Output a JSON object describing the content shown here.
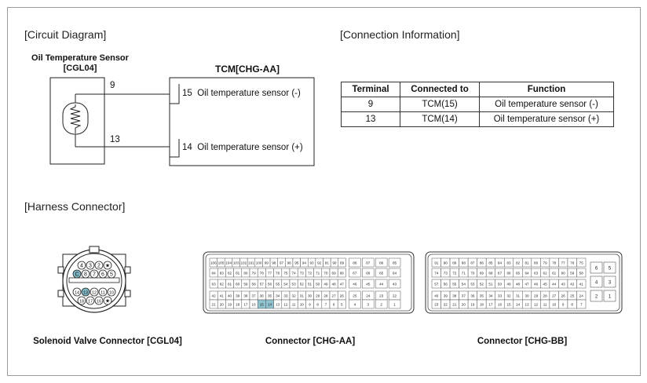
{
  "sections": {
    "circuit_diagram": "[Circuit Diagram]",
    "connection_information": "[Connection Information]",
    "harness_connector": "[Harness Connector]"
  },
  "circuit": {
    "sensor_name": "Oil Temperature Sensor",
    "sensor_connector": "[CGL04]",
    "tcm_name": "TCM[CHG-AA]",
    "wire_top_number": "9",
    "wire_bottom_number": "13",
    "tcm_pin_top": "15",
    "tcm_pin_top_label": "Oil temperature sensor (-)",
    "tcm_pin_bottom": "14",
    "tcm_pin_bottom_label": "Oil temperature sensor (+)",
    "sensor_icon": "thermistor-icon"
  },
  "connection_table": {
    "headers": [
      "Terminal",
      "Connected to",
      "Function"
    ],
    "rows": [
      [
        "9",
        "TCM(15)",
        "Oil temperature sensor (-)"
      ],
      [
        "13",
        "TCM(14)",
        "Oil temperature sensor (+)"
      ]
    ]
  },
  "connectors": {
    "cgl04": {
      "caption": "Solenoid Valve Connector [CGL04]",
      "row1": [
        "4",
        "3",
        "2",
        "★"
      ],
      "row2": [
        "C",
        "8",
        "7",
        "6",
        "5"
      ],
      "row3": [
        "14",
        "13",
        "12",
        "11",
        "10"
      ],
      "row4": [
        "18",
        "17",
        "16",
        "★"
      ],
      "highlight": [
        "C",
        "13"
      ],
      "highlight_color": "#7fb7c4"
    },
    "chg_aa": {
      "caption": "Connector [CHG-AA]",
      "rows": [
        [
          "106",
          "105",
          "104",
          "103",
          "102",
          "101",
          "100",
          "99",
          "98",
          "97",
          "96",
          "95",
          "94",
          "93",
          "92",
          "91",
          "90",
          "89",
          "88",
          "87",
          "86",
          "85"
        ],
        [
          "84",
          "83",
          "82",
          "81",
          "80",
          "79",
          "78",
          "77",
          "76",
          "75",
          "74",
          "73",
          "72",
          "71",
          "70",
          "69",
          "68",
          "67",
          "66",
          "65",
          "64"
        ],
        [
          "63",
          "62",
          "61",
          "60",
          "59",
          "58",
          "57",
          "56",
          "55",
          "54",
          "53",
          "52",
          "51",
          "50",
          "49",
          "48",
          "47",
          "46",
          "45",
          "44",
          "43"
        ],
        [
          "42",
          "41",
          "40",
          "39",
          "38",
          "37",
          "36",
          "35",
          "34",
          "33",
          "32",
          "31",
          "30",
          "29",
          "28",
          "27",
          "26",
          "25",
          "24",
          "23",
          "22"
        ],
        [
          "21",
          "20",
          "19",
          "18",
          "17",
          "16",
          "15",
          "14",
          "13",
          "12",
          "11",
          "10",
          "9",
          "8",
          "7",
          "6",
          "5",
          "4",
          "3",
          "2",
          "1"
        ]
      ],
      "highlight": [
        "15",
        "14"
      ],
      "highlight_color": "#8fc3cf"
    },
    "chg_bb": {
      "caption": "Connector [CHG-BB]",
      "rows": [
        [
          "91",
          "90",
          "89",
          "88",
          "87",
          "86",
          "85",
          "84",
          "83",
          "82",
          "81",
          "80",
          "79",
          "78",
          "77",
          "76",
          "75"
        ],
        [
          "74",
          "73",
          "72",
          "71",
          "70",
          "69",
          "68",
          "67",
          "66",
          "65",
          "64",
          "63",
          "62",
          "61",
          "60",
          "59",
          "58"
        ],
        [
          "57",
          "56",
          "55",
          "54",
          "53",
          "52",
          "51",
          "50",
          "49",
          "48",
          "47",
          "46",
          "45",
          "44",
          "43",
          "42",
          "41"
        ],
        [
          "40",
          "39",
          "38",
          "37",
          "36",
          "35",
          "34",
          "33",
          "32",
          "31",
          "30",
          "29",
          "28",
          "27",
          "26",
          "25",
          "24"
        ],
        [
          "23",
          "22",
          "21",
          "20",
          "19",
          "18",
          "17",
          "16",
          "15",
          "14",
          "13",
          "12",
          "11",
          "10",
          "9",
          "8",
          "7"
        ]
      ],
      "side": [
        [
          "6",
          "5"
        ],
        [
          "4",
          "3"
        ],
        [
          "2",
          "1"
        ]
      ]
    }
  }
}
